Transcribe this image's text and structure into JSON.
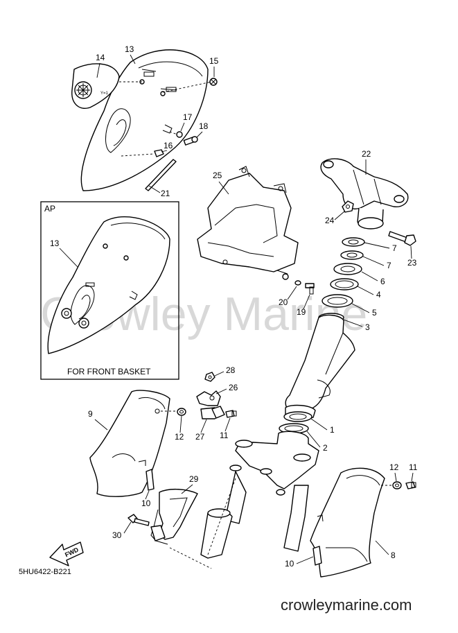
{
  "watermark": "Crowley Marine",
  "site": "crowleymarine.com",
  "diagram_code": "5HU6422-B221",
  "inset": {
    "label": "AP",
    "caption": "FOR FRONT BASKET",
    "part": "13"
  },
  "fwd": "FWD",
  "parts": {
    "p1": "1",
    "p2": "2",
    "p3": "3",
    "p4": "4",
    "p5": "5",
    "p6": "6",
    "p7a": "7",
    "p7b": "7",
    "p8": "8",
    "p9": "9",
    "p10a": "10",
    "p10b": "10",
    "p11a": "11",
    "p11b": "11",
    "p12a": "12",
    "p12b": "12",
    "p13": "13",
    "p14": "14",
    "p15": "15",
    "p16": "16",
    "p17": "17",
    "p18": "18",
    "p19": "19",
    "p20": "20",
    "p21": "21",
    "p22": "22",
    "p23": "23",
    "p24": "24",
    "p25": "25",
    "p26": "26",
    "p27": "27",
    "p28": "28",
    "p29": "29",
    "p30": "30"
  }
}
